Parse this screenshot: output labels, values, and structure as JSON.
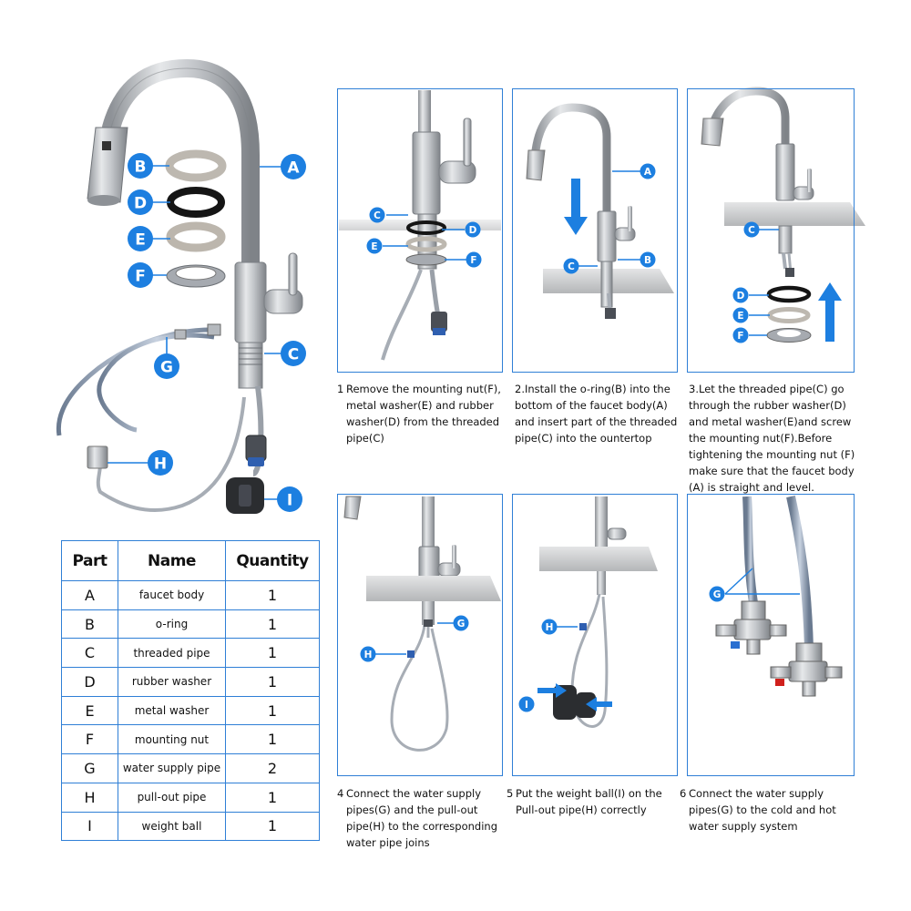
{
  "table": {
    "headers": [
      "Part",
      "Name",
      "Quantity"
    ],
    "rows": [
      {
        "part": "A",
        "name": "faucet body",
        "qty": "1"
      },
      {
        "part": "B",
        "name": "o-ring",
        "qty": "1"
      },
      {
        "part": "C",
        "name": "threaded pipe",
        "qty": "1"
      },
      {
        "part": "D",
        "name": "rubber washer",
        "qty": "1"
      },
      {
        "part": "E",
        "name": "metal washer",
        "qty": "1"
      },
      {
        "part": "F",
        "name": "mounting nut",
        "qty": "1"
      },
      {
        "part": "G",
        "name": "water supply pipe",
        "qty": "2"
      },
      {
        "part": "H",
        "name": "pull-out pipe",
        "qty": "1"
      },
      {
        "part": "I",
        "name": "weight ball",
        "qty": "1"
      }
    ]
  },
  "steps": [
    {
      "number": "1",
      "text": "Remove the mounting nut(F), metal washer(E) and rubber washer(D) from the threaded pipe(C)"
    },
    {
      "number": "2.",
      "text": "Install the o-ring(B) into the bottom of the faucet body(A) and insert part of the threaded pipe(C) into the ountertop"
    },
    {
      "number": "3.",
      "text": "Let the threaded pipe(C) go through the rubber washer(D) and metal washer(E)and screw the mounting nut(F).Before tightening the mounting nut (F) make sure that the faucet body (A) is straight and level."
    },
    {
      "number": "4",
      "text": "Connect the water supply pipes(G) and the pull-out pipe(H) to the corresponding water pipe joins"
    },
    {
      "number": "5",
      "text": "Put the weight ball(I) on the Pull-out pipe(H) correctly"
    },
    {
      "number": "6",
      "text": "Connect the water supply pipes(G) to the cold and hot water supply system"
    }
  ],
  "labels": {
    "A": "A",
    "B": "B",
    "C": "C",
    "D": "D",
    "E": "E",
    "F": "F",
    "G": "G",
    "H": "H",
    "I": "I"
  },
  "colors": {
    "accent": "#1d7fe0",
    "panel_border": "#2f7fd6",
    "steel": "#b9bcc0",
    "washer_black": "#111111"
  }
}
